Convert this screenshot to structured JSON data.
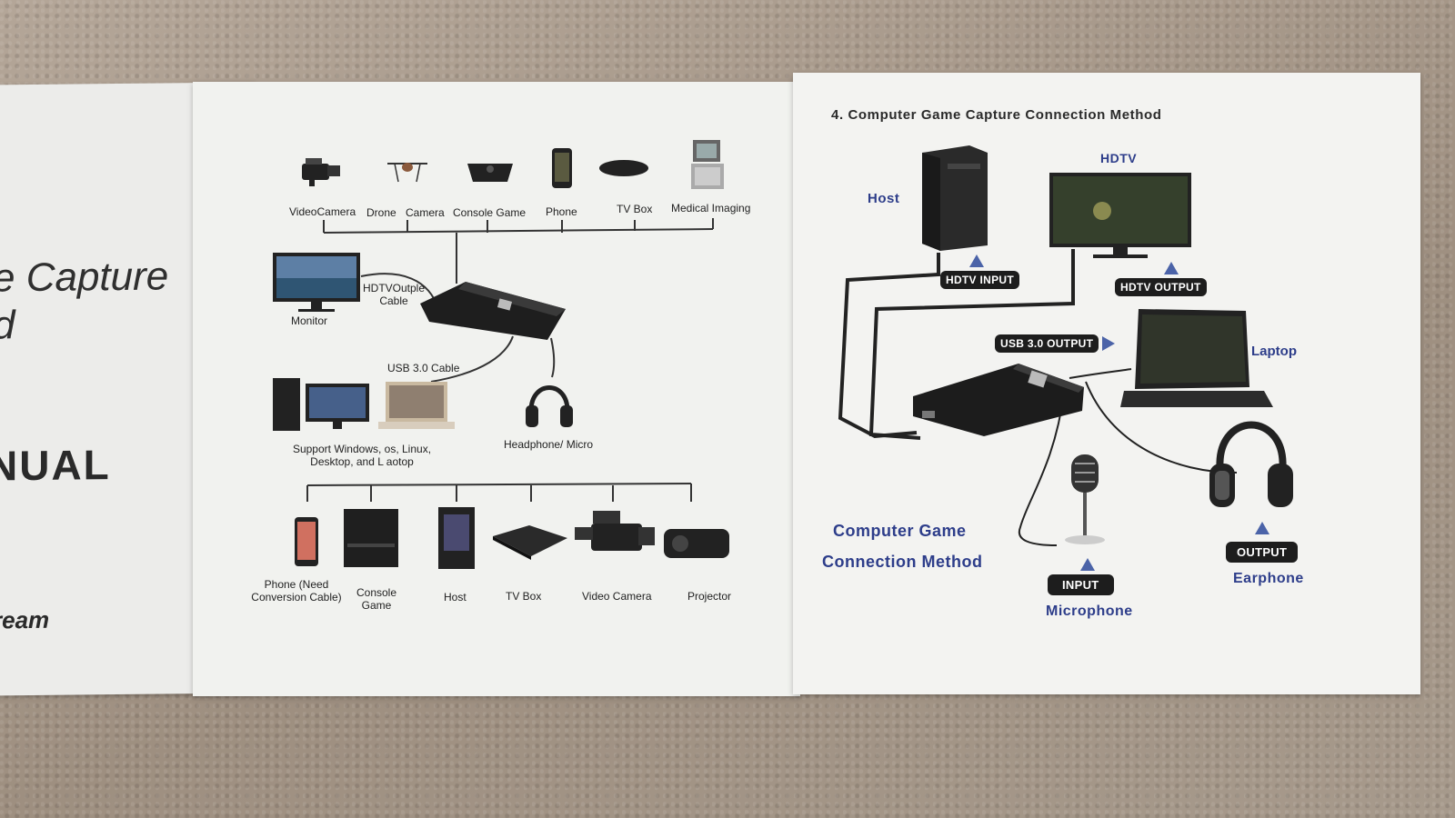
{
  "left_panel": {
    "title_line1": "e Capture",
    "title_line2": "d",
    "manual": "NUAL",
    "brand": "ream"
  },
  "middle_panel": {
    "top_devices": [
      "VideoCamera",
      "Drone",
      "Camera",
      "Console Game",
      "Phone",
      "TV Box",
      "Medical Imaging"
    ],
    "monitor_label": "Monitor",
    "hdtv_cable_label": "HDTVOutple Cable",
    "usb_cable_label": "USB 3.0 Cable",
    "os_support_label": "Support Windows, os, Linux, Desktop, and L aotop",
    "headphone_label": "Headphone/ Micro",
    "bottom_devices": [
      "Phone (Need Conversion Cable)",
      "Console Game",
      "Host",
      "TV Box",
      "Video Camera",
      "Projector"
    ]
  },
  "right_panel": {
    "heading": "4. Computer Game Capture Connection Method",
    "host_label": "Host",
    "hdtv_label": "HDTV",
    "hdtv_input_badge": "HDTV INPUT",
    "hdtv_output_badge": "HDTV OUTPUT",
    "usb_output_badge": "USB 3.0 OUTPUT",
    "laptop_label": "Laptop",
    "connection_title_line1": "Computer Game",
    "connection_title_line2": "Connection Method",
    "input_badge": "INPUT",
    "microphone_label": "Microphone",
    "output_badge": "OUTPUT",
    "earphone_label": "Earphone"
  },
  "colors": {
    "accent_blue": "#2d3d8a",
    "arrow_blue": "#4b63a8",
    "badge_black": "#1d1d1d"
  }
}
